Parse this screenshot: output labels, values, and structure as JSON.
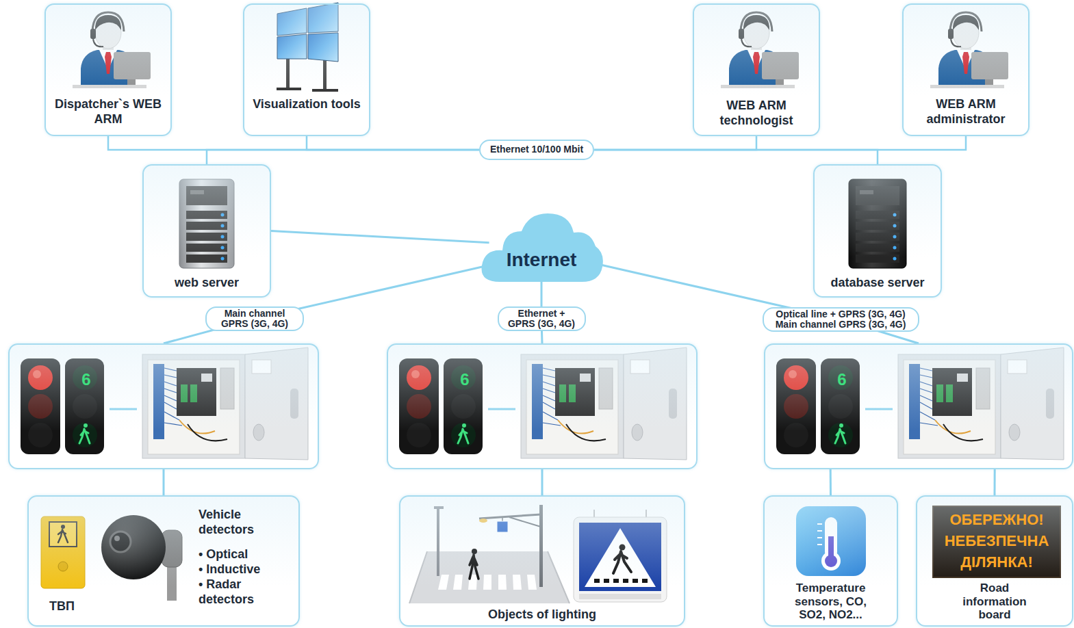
{
  "diagram": {
    "nodes": [
      {
        "text": [
          "Dispatcher`s WEB ARM"
        ]
      },
      {
        "text": [
          "Visualization tools"
        ]
      },
      {
        "text": [
          "WEB ARM technologist"
        ]
      },
      {
        "text": [
          "WEB ARM administrator"
        ]
      },
      {
        "text": [
          "Ethernet 10/100 Mbit"
        ]
      },
      {
        "text": [
          "web server"
        ]
      },
      {
        "text": [
          "Internet"
        ]
      },
      {
        "text": [
          "database server"
        ]
      },
      {
        "text": [
          "6"
        ]
      },
      {
        "text": [
          "6"
        ]
      },
      {
        "text": [
          "6"
        ]
      },
      {
        "text": [
          "ТВП",
          "Vehicle detectors",
          "• Optical",
          "• Inductive",
          "• Radar detectors"
        ]
      },
      {
        "text": [
          "Objects of lighting"
        ]
      },
      {
        "text": [
          "Temperature sensors, CO, SO2, NO2..."
        ]
      },
      {
        "text": [
          "Road information board"
        ]
      }
    ],
    "edges": [
      {
        "from": 0,
        "to": 4,
        "arrow": "none"
      },
      {
        "from": 1,
        "to": 4,
        "arrow": "none"
      },
      {
        "from": 2,
        "to": 4,
        "arrow": "none"
      },
      {
        "from": 3,
        "to": 4,
        "arrow": "none"
      },
      {
        "from": 5,
        "to": 4,
        "arrow": "none"
      },
      {
        "from": 7,
        "to": 4,
        "arrow": "none"
      },
      {
        "from": 5,
        "to": 6,
        "arrow": "none"
      },
      {
        "from": 6,
        "to": 8,
        "label": "Main channel GPRS (3G, 4G)",
        "arrow": "none"
      },
      {
        "from": 6,
        "to": 9,
        "label": "Ethernet + GPRS (3G, 4G)",
        "arrow": "none"
      },
      {
        "from": 6,
        "to": 10,
        "label": "Optical line + GPRS (3G, 4G) Main channel GPRS (3G, 4G)",
        "arrow": "none"
      },
      {
        "from": 8,
        "to": 11,
        "arrow": "none"
      },
      {
        "from": 9,
        "to": 12,
        "arrow": "none"
      },
      {
        "from": 10,
        "to": 13,
        "arrow": "none"
      },
      {
        "from": 10,
        "to": 14,
        "arrow": "none"
      }
    ],
    "labels": [
      "ОБЕРЕЖНО! НЕБЕЗПЕЧНА ДІЛЯНКА!"
    ]
  }
}
